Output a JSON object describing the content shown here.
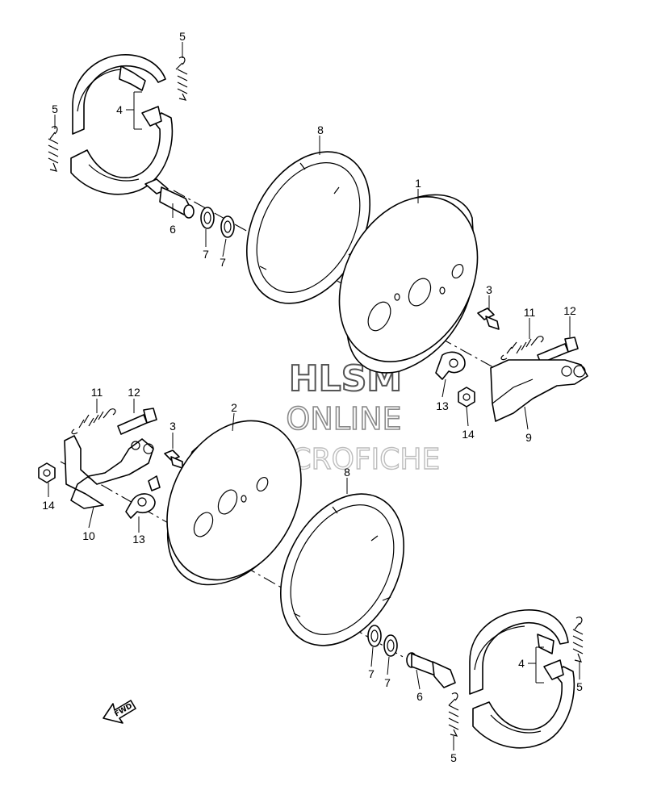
{
  "watermark": {
    "line1": "HLSM",
    "line2": "ONLINE",
    "line3": "MICROFICHE"
  },
  "direction_marker": {
    "label": "FWD",
    "icon": "arrow-left-down-icon"
  },
  "callouts": [
    "1",
    "2",
    "3",
    "3",
    "4",
    "4",
    "5",
    "5",
    "5",
    "5",
    "6",
    "6",
    "7",
    "7",
    "7",
    "7",
    "8",
    "8",
    "9",
    "10",
    "11",
    "11",
    "12",
    "12",
    "13",
    "13",
    "14",
    "14"
  ]
}
